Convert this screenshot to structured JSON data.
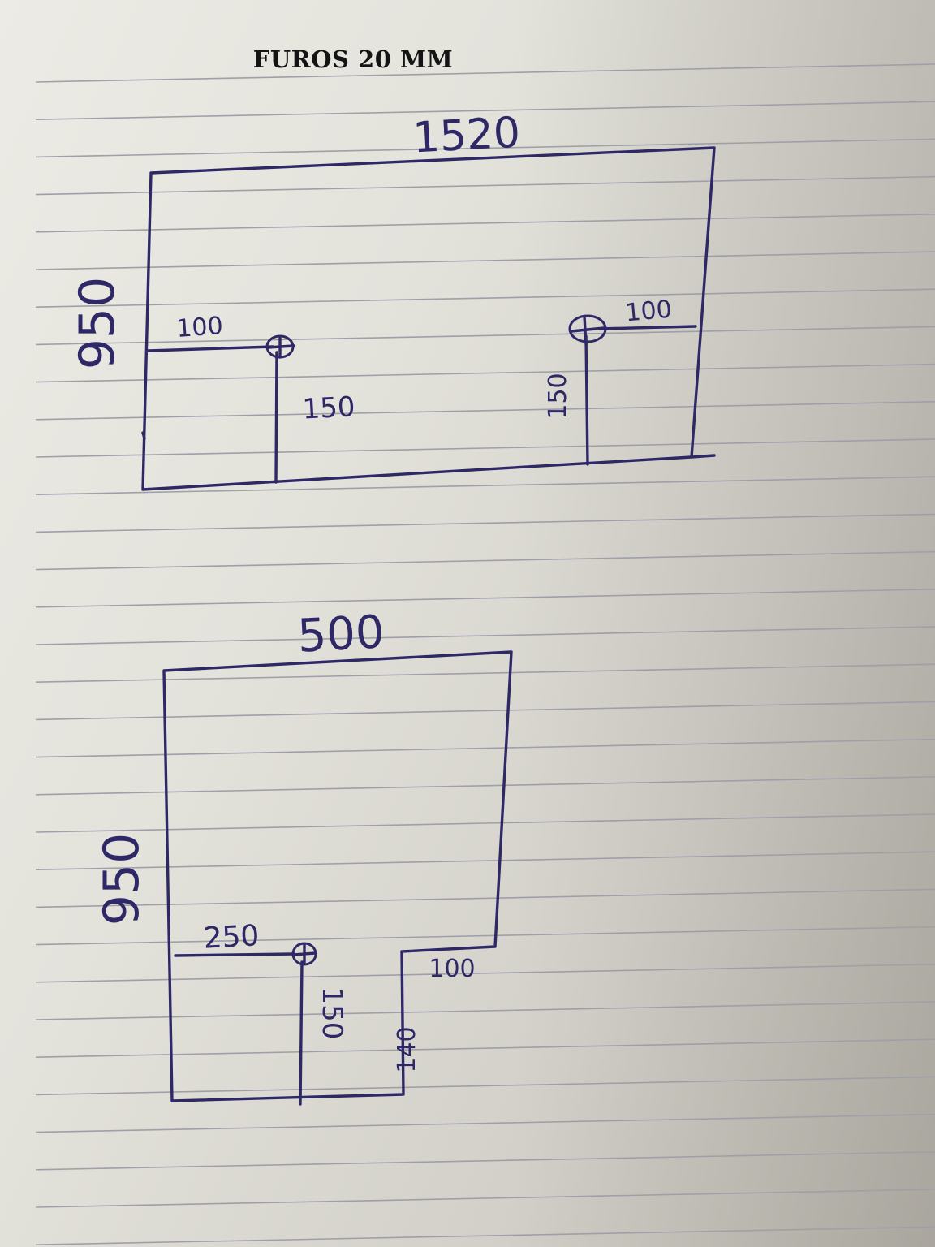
{
  "header": {
    "title": "FUROS 20 MM"
  },
  "piece_top": {
    "width": "1520",
    "height": "950",
    "left_hole_offset_x": "100",
    "left_hole_offset_y": "150",
    "right_hole_offset_x": "100",
    "right_hole_offset_y": "150"
  },
  "piece_bottom": {
    "width": "500",
    "height": "950",
    "hole_offset_x": "250",
    "hole_offset_y": "150",
    "notch_width": "100",
    "notch_height": "140"
  }
}
